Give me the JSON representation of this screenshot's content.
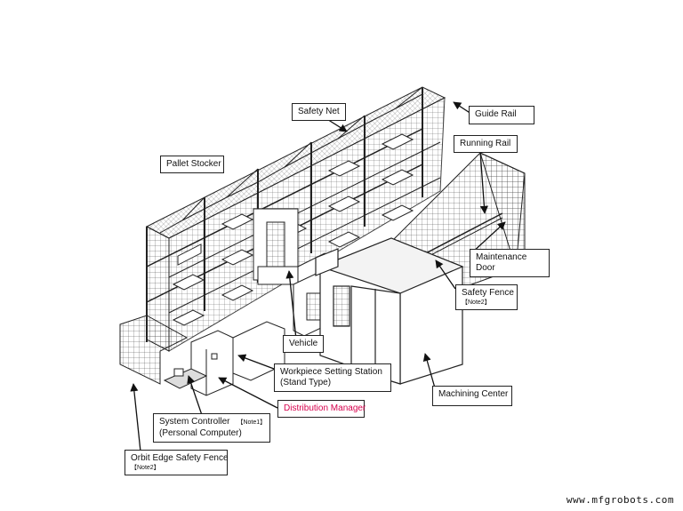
{
  "labels": {
    "safety_net": "Safety Net",
    "guide_rail": "Guide Rail",
    "running_rail": "Running Rail",
    "pallet_stocker": "Pallet Stocker",
    "maintenance_door_1": "Maintenance",
    "maintenance_door_2": "Door",
    "safety_fence": "Safety Fence",
    "safety_fence_note": "【Note2】",
    "vehicle": "Vehicle",
    "workpiece_station_1": "Workpiece Setting Station",
    "workpiece_station_2": "(Stand Type)",
    "distribution_manager": "Distribution Manager",
    "machining_center": "Machining Center",
    "system_controller_1": "System Controller",
    "system_controller_note": "【Note1】",
    "system_controller_2": "(Personal Computer)",
    "orbit_fence": "Orbit Edge Safety Fence",
    "orbit_fence_note": "【Note2】"
  },
  "watermark": "www.mfgrobots.com",
  "colors": {
    "line": "#222222",
    "accent_red": "#d6004c"
  }
}
